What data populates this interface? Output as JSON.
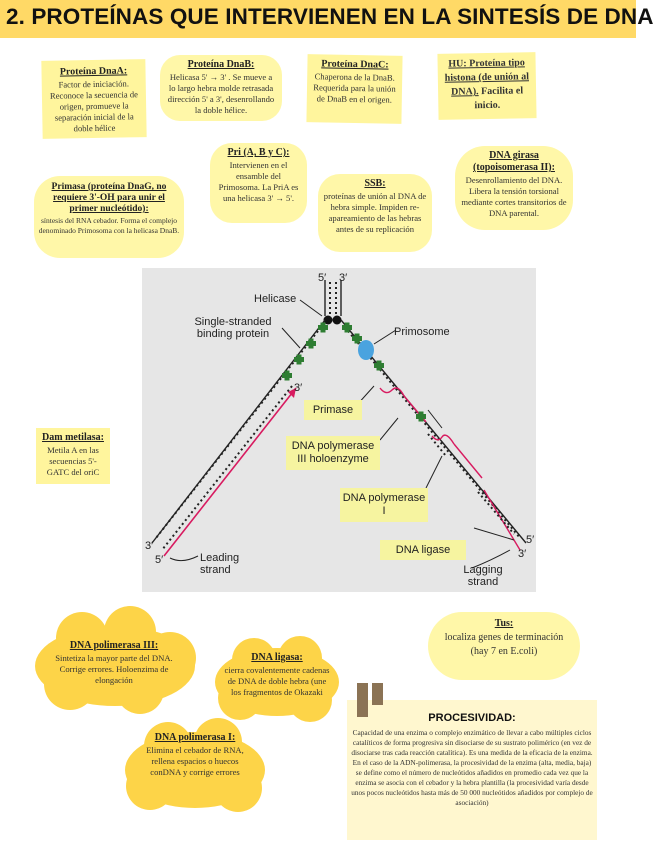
{
  "title": "2. PROTEÍNAS QUE INTERVIENEN EN LA SINTESÍS DE DNA",
  "colors": {
    "title_bar": "#ffd966",
    "sticky": "#fff59d",
    "cloud": "#fdd448",
    "diagram_bg": "#e6e6e6",
    "strand_pink": "#d81b60",
    "green_cross": "#2e7d32",
    "primosome": "#4aa3df"
  },
  "notes": {
    "dnaa": {
      "heading": "Proteína DnaA:",
      "body": "Factor de iniciación. Reconoce la secuencia de origen, promueve la separación inicial de la doble hélice"
    },
    "dnab": {
      "heading": "Proteína DnaB:",
      "body": "Helicasa 5' → 3' . Se mueve a lo largo hebra molde retrasada dirección 5' a 3', desenrollando la doble hélice."
    },
    "dnac": {
      "heading": "Proteína DnaC:",
      "body": "Chaperona de la DnaB. Requerida para la unión de DnaB en el origen."
    },
    "hu": {
      "heading": "HU: Proteína tipo histona (de unión al DNA).",
      "body": "Facilita el inicio."
    },
    "pri": {
      "heading": "Pri (A, B y C):",
      "body": "Intervienen en el ensamble del Primosoma. La PriA es una helicasa 3' → 5'."
    },
    "primasa": {
      "heading": "Primasa (proteína DnaG, no requiere 3'-OH para unir el primer nucleótido):",
      "body": "síntesis del RNA cebador. Forma el complejo denominado Primosoma con la helicasa DnaB."
    },
    "ssb": {
      "heading": "SSB:",
      "body": "proteínas de unión al DNA de hebra simple. Impiden re-apareamiento de las hebras antes de su replicación"
    },
    "girasa": {
      "heading": "DNA girasa (topoisomerasa II):",
      "body": "Desenrollamiento del DNA. Libera la tensión torsional mediante cortes transitorios de DNA parental."
    },
    "metilasa": {
      "heading": "Dam metilasa:",
      "body": "Metila A en las secuencias 5'-GATC del oriC"
    },
    "pol3": {
      "heading": "DNA polimerasa III:",
      "body": "Sintetiza la mayor parte del DNA. Corrige errores. Holoenzima de elongación"
    },
    "ligasa": {
      "heading": "DNA ligasa:",
      "body": "cierra covalentemente cadenas de DNA de doble hebra (une los fragmentos de Okazaki"
    },
    "pol1": {
      "heading": "DNA polimerasa I:",
      "body": "Elimina el cebador de RNA, rellena espacios o huecos conDNA y corrige errores"
    },
    "tus": {
      "heading": "Tus:",
      "body": "localiza genes de terminación (hay 7 en E.coli)"
    }
  },
  "diagram": {
    "labels": {
      "five_top": "5′",
      "three_top": "3′",
      "helicase": "Helicase",
      "ssbp": "Single-stranded binding protein",
      "primosome": "Primosome",
      "three_left": "3′",
      "three_mid": "3′",
      "five_left_bottom": "5′",
      "three_left_bottom": "3′",
      "leading": "Leading strand",
      "five_right": "5′",
      "three_right": "3′",
      "lagging": "Lagging strand"
    },
    "boxes": {
      "primase": "Primase",
      "pol3": "DNA polymerase III holoenzyme",
      "pol1": "DNA polymerase I",
      "ligase": "DNA ligase"
    }
  },
  "procesividad": {
    "title": "PROCESIVIDAD:",
    "body": "Capacidad de una enzima o complejo enzimático de llevar a cabo múltiples ciclos catalíticos de forma progresiva sin disociarse de su sustrato polimérico (en vez de disociarse tras cada reacción catalítica). Es una medida de la eficacia de la enzima. En el caso de la ADN-polimerasa, la procesividad de la enzima (alta, media, baja) se define como el número de nucleótidos añadidos en promedio cada vez que la enzima se asocia con el cebador y la hebra plantilla (la procesividad varía desde unos pocos nucleótidos hasta más de 50 000 nucleótidos añadidos por complejo de asociación)"
  }
}
